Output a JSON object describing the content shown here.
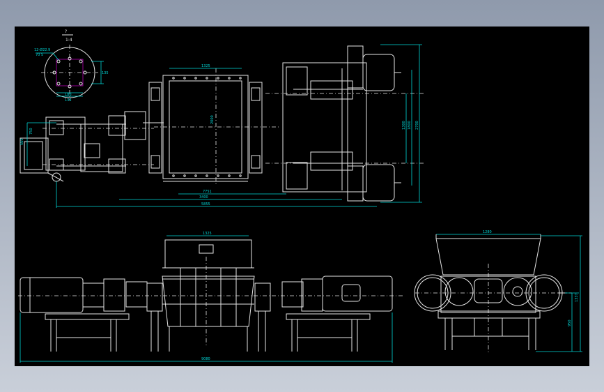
{
  "detail_view": {
    "ref_top": "?",
    "ref_scale": "1:4",
    "ann_1": "12-Ø22.9",
    "ann_2": "70 5",
    "dim_1": "135",
    "dim_2": "180",
    "dim_3": "135"
  },
  "plan_view": {
    "dim_top": "1325",
    "dim_left_h": "2000",
    "dim_b1": "7751",
    "dim_b2": "3400",
    "dim_b3": "5855",
    "dim_right_1": "1300",
    "dim_right_2": "1800",
    "dim_right_3": "2700",
    "dim_left_1": "560",
    "dim_left_2": "750"
  },
  "front_view": {
    "dim_top": "1325",
    "dim_bottom": "9080"
  },
  "side_view": {
    "dim_top": "1280",
    "dim_right_1": "1337",
    "dim_right_2": "950"
  },
  "colors": {
    "frame": "#000000",
    "line": "#e6e6e6",
    "dimension": "#00d8d8",
    "accent": "#d000d0"
  }
}
